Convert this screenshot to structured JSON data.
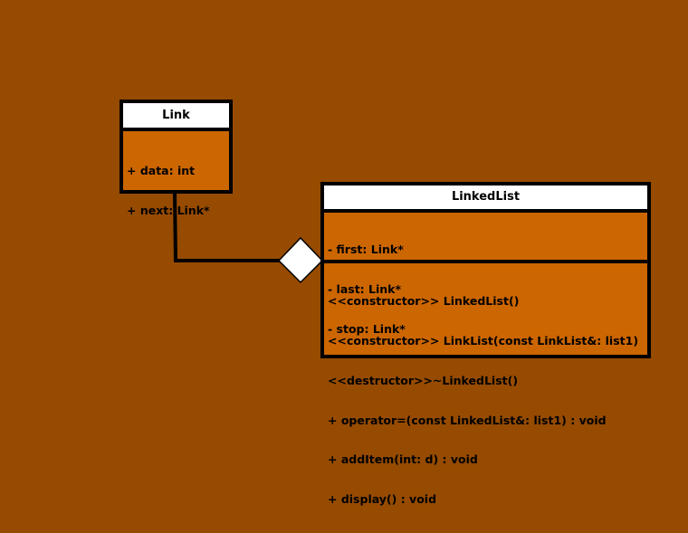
{
  "diagram": {
    "classes": [
      {
        "name": "Link",
        "attributes": [
          "+ data: int",
          "+ next: Link*"
        ],
        "operations": []
      },
      {
        "name": "LinkedList",
        "attributes": [
          "- first: Link*",
          "- last: Link*",
          "- stop: Link*"
        ],
        "operations": [
          "<<constructor>> LinkedList()",
          "<<constructor>> LinkList(const LinkList&: list1)",
          "<<destructor>>~LinkedList()",
          "+ operator=(const LinkedList&: list1) : void",
          "+ addItem(int: d) : void",
          "+ display() : void"
        ]
      }
    ],
    "relationships": [
      {
        "type": "aggregation",
        "from": "Link",
        "to": "LinkedList"
      }
    ],
    "colors": {
      "background": "#964B00",
      "class_fill": "#CC6600",
      "header_fill": "#FFFFFF",
      "stroke": "#000000"
    }
  }
}
